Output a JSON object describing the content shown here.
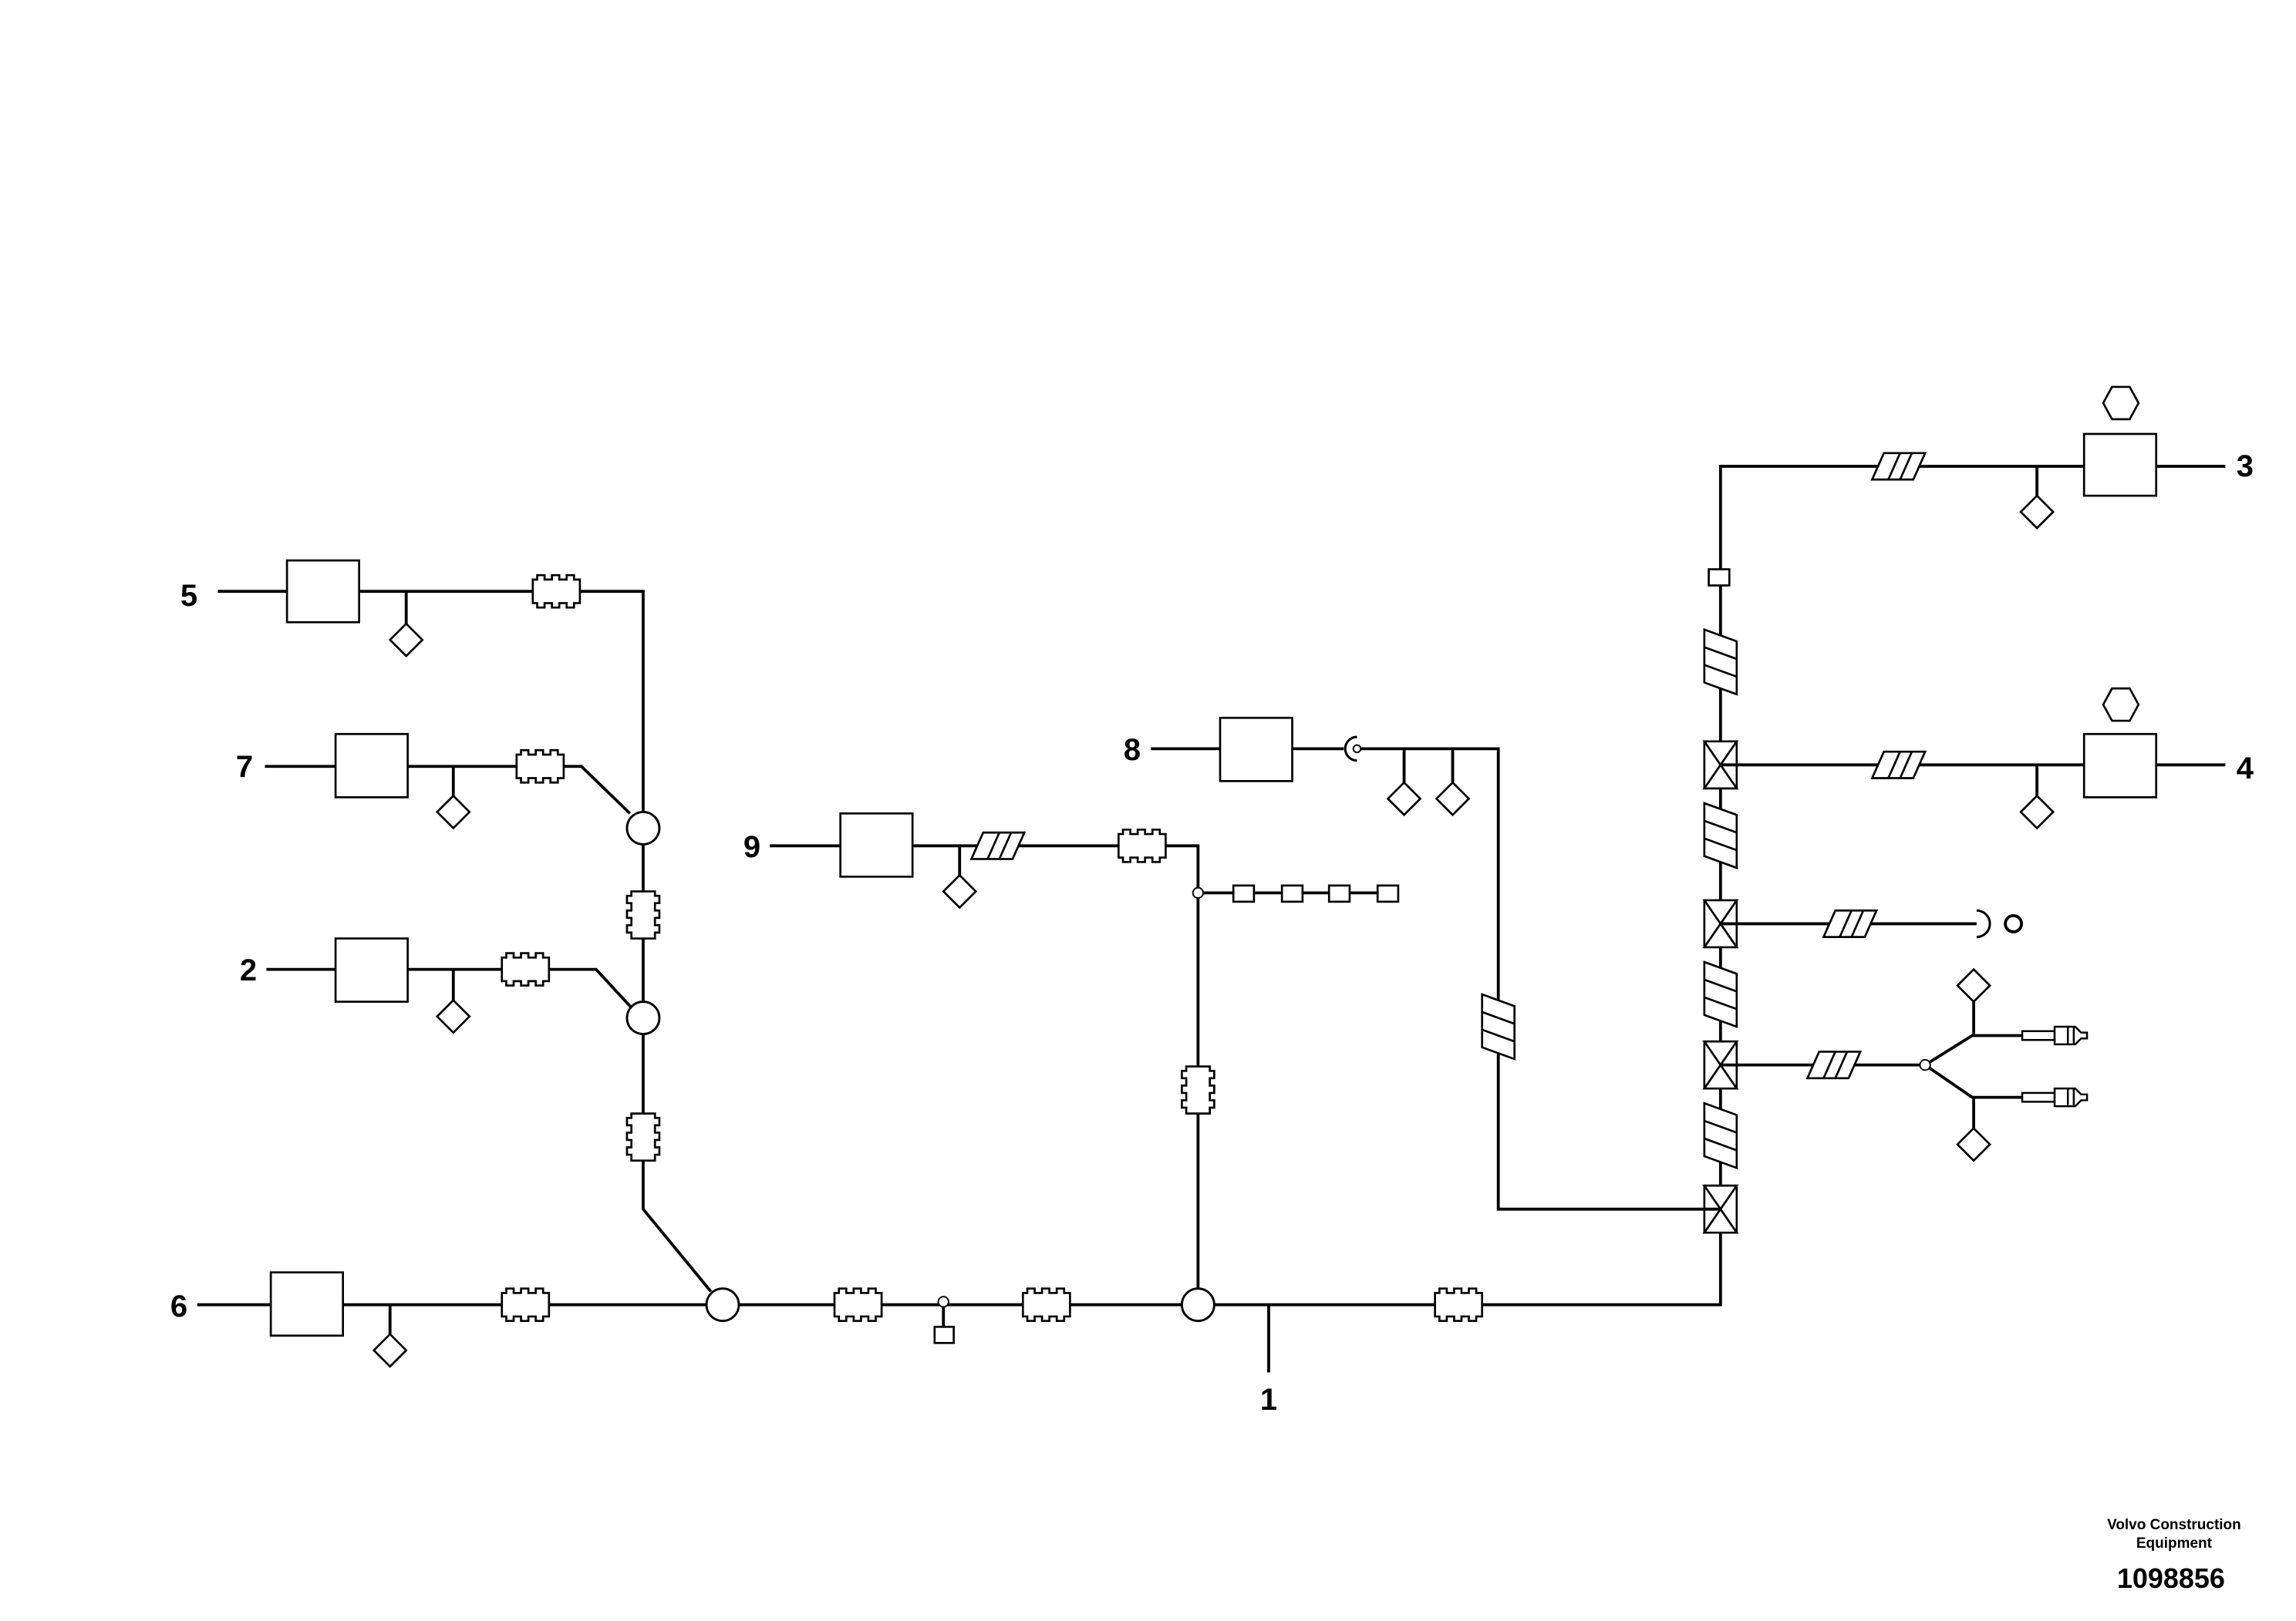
{
  "callouts": {
    "c1": "1",
    "c2": "2",
    "c3": "3",
    "c4": "4",
    "c5": "5",
    "c6": "6",
    "c7": "7",
    "c8": "8",
    "c9": "9"
  },
  "footer": {
    "company_line1": "Volvo Construction",
    "company_line2": "Equipment",
    "drawing_number": "1098856"
  }
}
